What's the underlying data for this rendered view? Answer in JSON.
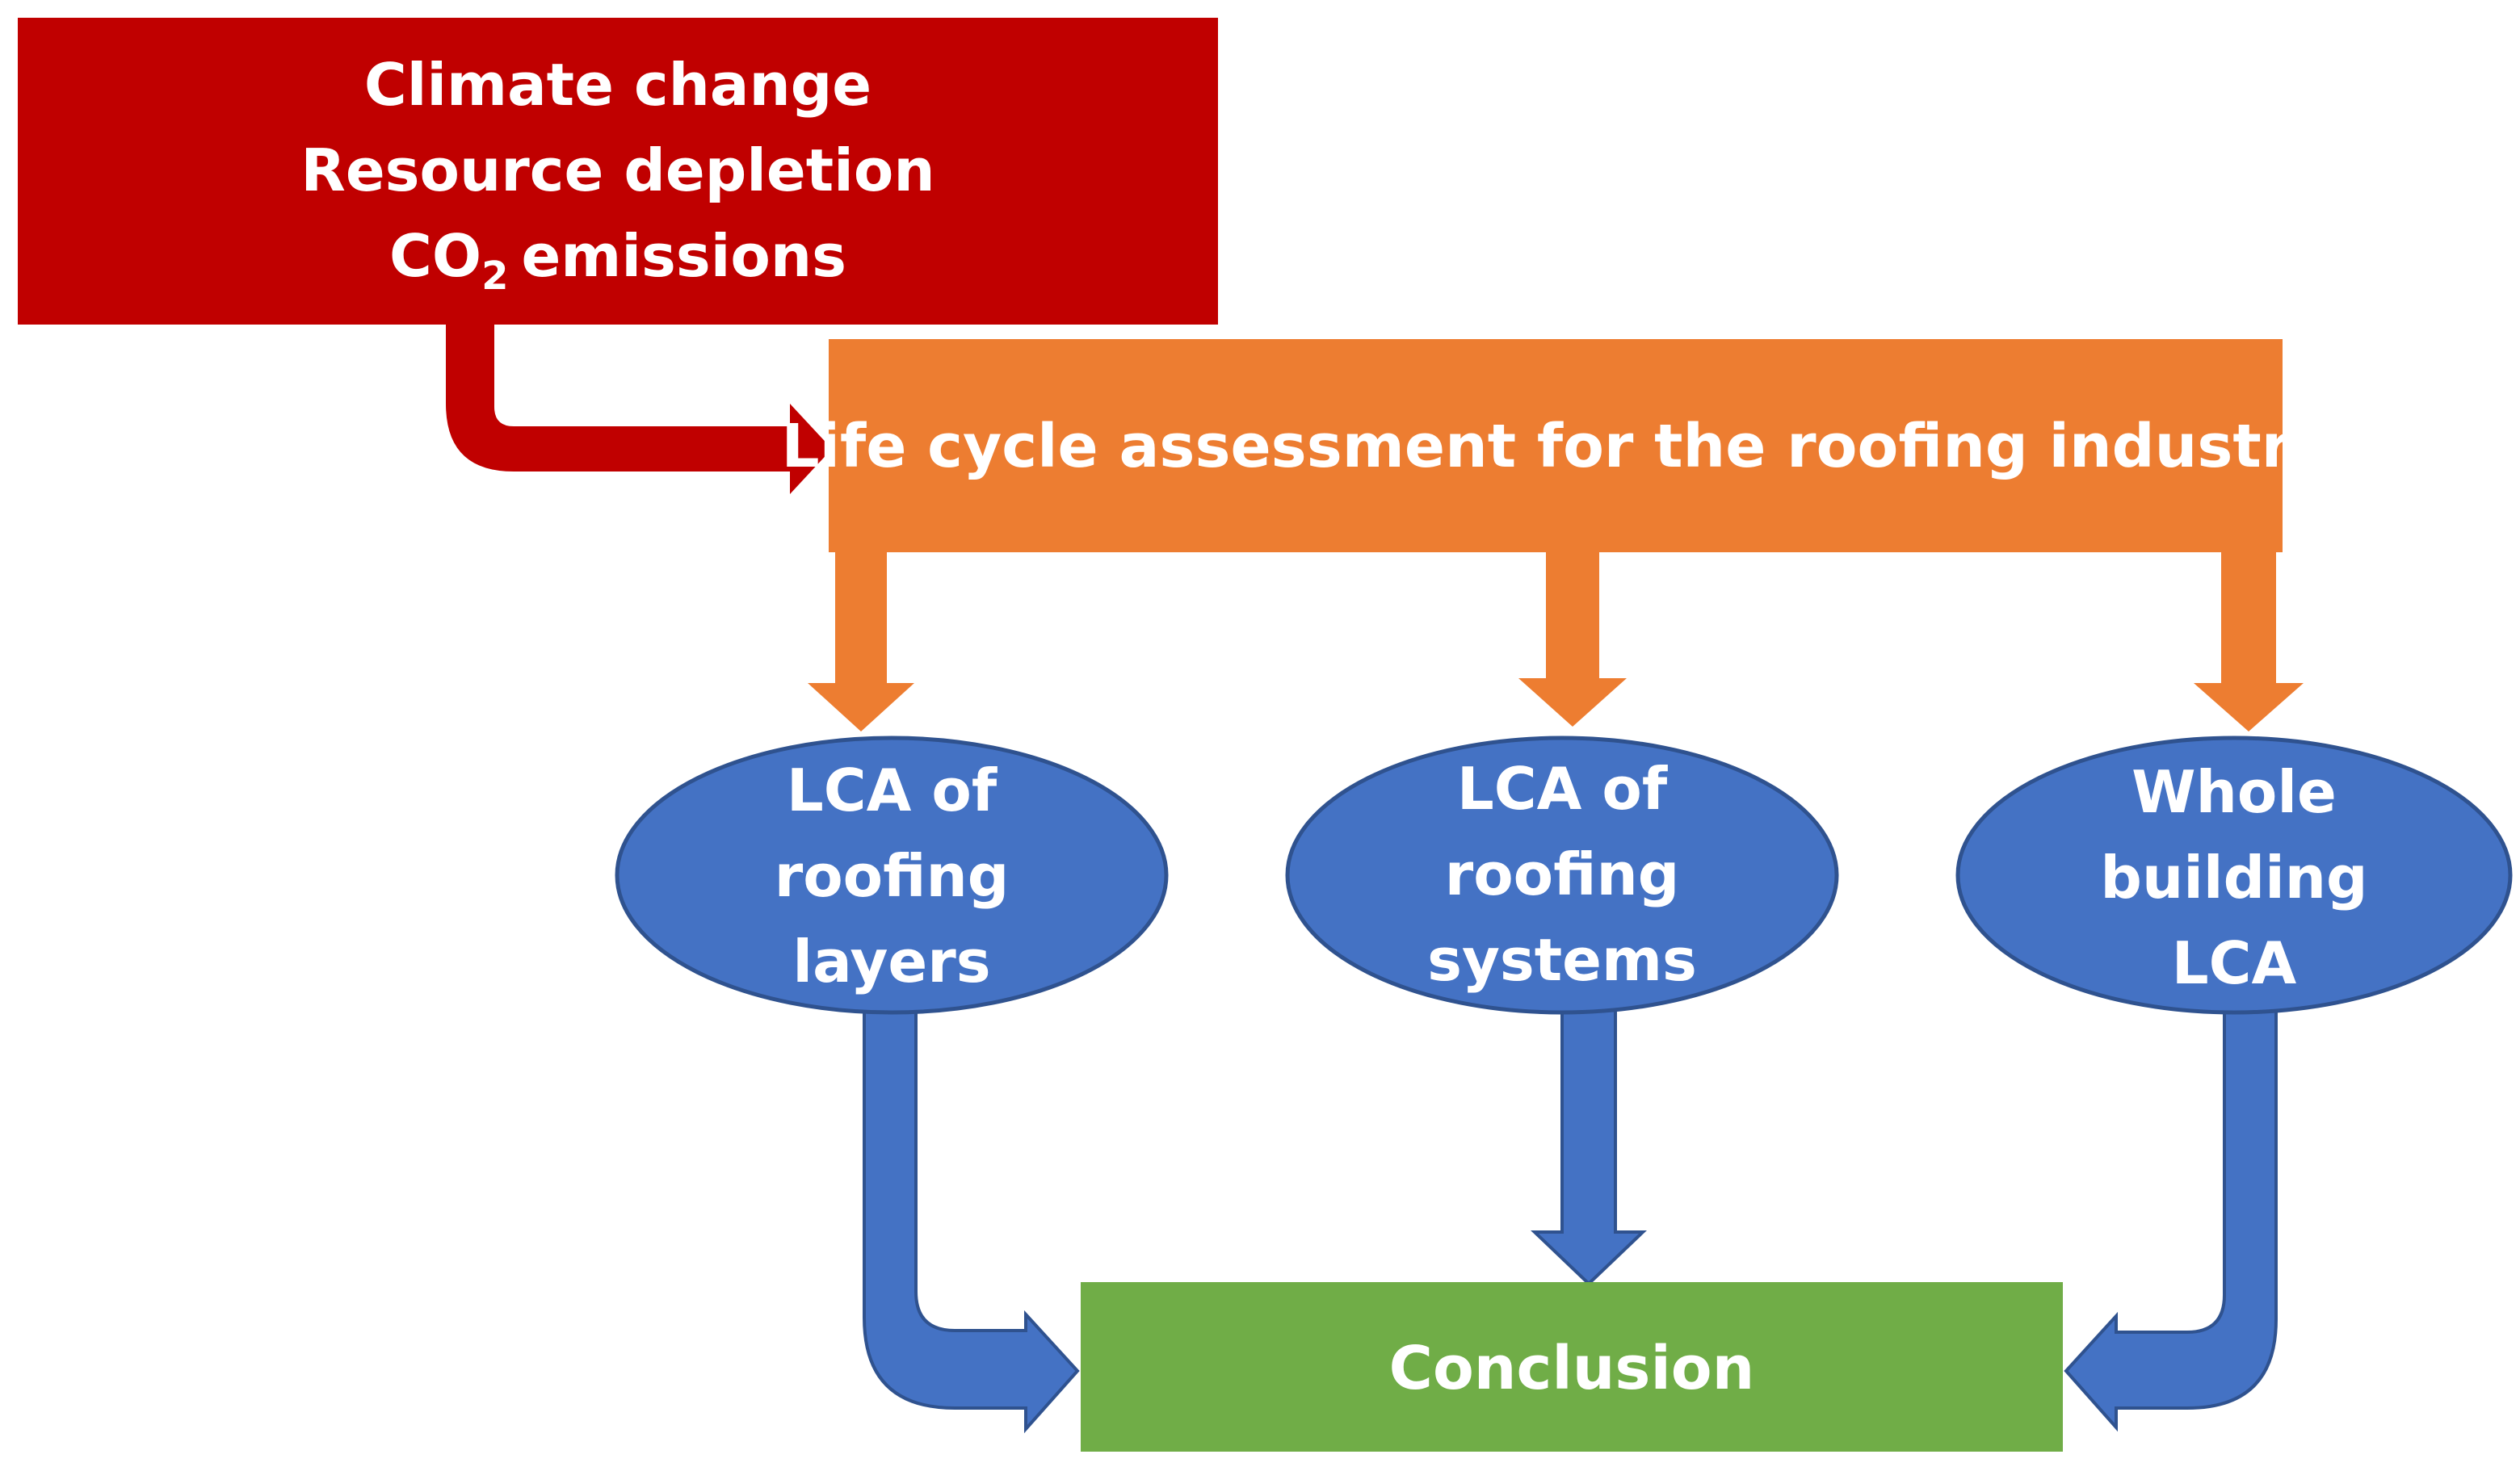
{
  "colors": {
    "red": "#c00000",
    "orange": "#ed7d31",
    "blue": "#4472c4",
    "blue_border": "#2f528f",
    "green": "#70ad47",
    "text": "#ffffff"
  },
  "nodes": {
    "drivers": {
      "lines": [
        "Climate change",
        "Resource depletion",
        "CO",
        "emissions"
      ],
      "subscript": "2"
    },
    "lca_roofing": {
      "label": "Life cycle assessment for the roofing industry"
    },
    "layers": {
      "lines": [
        "LCA of",
        "roofing",
        "layers"
      ]
    },
    "systems": {
      "lines": [
        "LCA of",
        "roofing",
        "systems"
      ]
    },
    "whole_building": {
      "lines": [
        "Whole",
        "building",
        "LCA"
      ]
    },
    "conclusion": {
      "label": "Conclusion"
    }
  }
}
